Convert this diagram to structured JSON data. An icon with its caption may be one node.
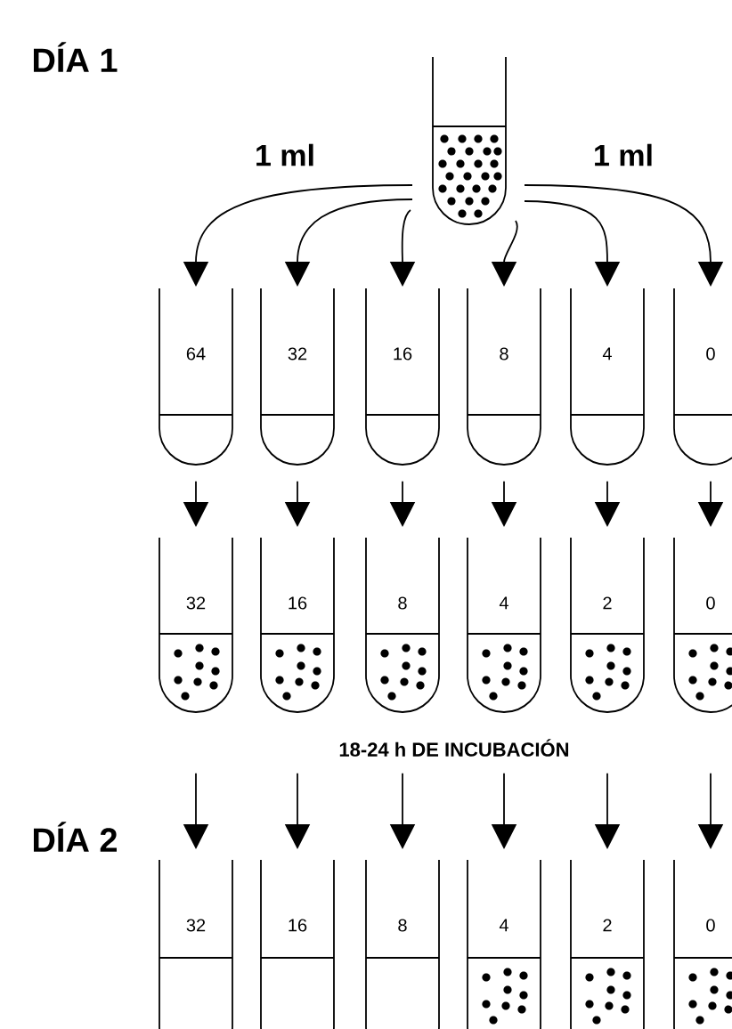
{
  "diagram": {
    "nodes": [
      {
        "text": [],
        "shape": "tube"
      },
      {
        "text": [
          "64"
        ]
      },
      {
        "text": [
          "32"
        ]
      },
      {
        "text": [
          "16"
        ]
      },
      {
        "text": [
          "8"
        ]
      },
      {
        "text": [
          "4"
        ]
      },
      {
        "text": [
          "0"
        ]
      },
      {
        "text": [
          "32"
        ]
      },
      {
        "text": [
          "16"
        ]
      },
      {
        "text": [
          "8"
        ]
      },
      {
        "text": [
          "4"
        ]
      },
      {
        "text": [
          "2"
        ]
      },
      {
        "text": [
          "0"
        ]
      },
      {
        "text": [
          "32"
        ]
      },
      {
        "text": [
          "16"
        ]
      },
      {
        "text": [
          "8"
        ]
      },
      {
        "text": [
          "4"
        ]
      },
      {
        "text": [
          "2"
        ]
      },
      {
        "text": [
          "0"
        ]
      }
    ],
    "edges": [
      {
        "from": 0,
        "to": 1,
        "arrow": "to"
      },
      {
        "from": 0,
        "to": 2,
        "arrow": "to"
      },
      {
        "from": 0,
        "to": 3,
        "arrow": "to"
      },
      {
        "from": 0,
        "to": 4,
        "arrow": "to"
      },
      {
        "from": 0,
        "to": 5,
        "arrow": "to"
      },
      {
        "from": 0,
        "to": 6,
        "arrow": "to"
      },
      {
        "from": 1,
        "to": 7,
        "arrow": "to"
      },
      {
        "from": 2,
        "to": 8,
        "arrow": "to"
      },
      {
        "from": 3,
        "to": 9,
        "arrow": "to"
      },
      {
        "from": 4,
        "to": 10,
        "arrow": "to"
      },
      {
        "from": 5,
        "to": 11,
        "arrow": "to"
      },
      {
        "from": 6,
        "to": 12,
        "arrow": "to"
      },
      {
        "from": 7,
        "to": 13,
        "arrow": "to"
      },
      {
        "from": 8,
        "to": 14,
        "arrow": "to"
      },
      {
        "from": 9,
        "to": 15,
        "arrow": "to"
      },
      {
        "from": 10,
        "to": 16,
        "arrow": "to"
      },
      {
        "from": 11,
        "to": 17,
        "arrow": "to"
      },
      {
        "from": 12,
        "to": 18,
        "arrow": "to"
      }
    ],
    "labels": [
      "DÍA 1",
      "1 ml",
      "1 ml",
      "18-24 h  DE INCUBACIÓN",
      "DÍA 2"
    ]
  }
}
